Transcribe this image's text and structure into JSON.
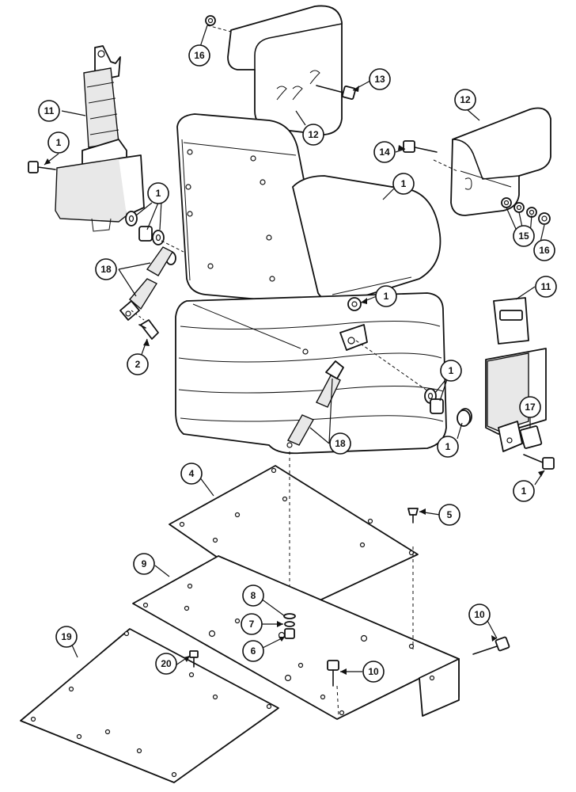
{
  "callouts": [
    {
      "id": "c16a",
      "label": "16"
    },
    {
      "id": "c13",
      "label": "13"
    },
    {
      "id": "c12a",
      "label": "12"
    },
    {
      "id": "c12b",
      "label": "12"
    },
    {
      "id": "c11a",
      "label": "11"
    },
    {
      "id": "c1a",
      "label": "1"
    },
    {
      "id": "c14",
      "label": "14"
    },
    {
      "id": "c1b",
      "label": "1"
    },
    {
      "id": "c1c",
      "label": "1"
    },
    {
      "id": "c15",
      "label": "15"
    },
    {
      "id": "c16b",
      "label": "16"
    },
    {
      "id": "c18a",
      "label": "18"
    },
    {
      "id": "c1d",
      "label": "1"
    },
    {
      "id": "c11b",
      "label": "11"
    },
    {
      "id": "c2",
      "label": "2"
    },
    {
      "id": "c1e",
      "label": "1"
    },
    {
      "id": "c17",
      "label": "17"
    },
    {
      "id": "c18b",
      "label": "18"
    },
    {
      "id": "c1f",
      "label": "1"
    },
    {
      "id": "c1g",
      "label": "1"
    },
    {
      "id": "c4",
      "label": "4"
    },
    {
      "id": "c5",
      "label": "5"
    },
    {
      "id": "c9",
      "label": "9"
    },
    {
      "id": "c8",
      "label": "8"
    },
    {
      "id": "c7",
      "label": "7"
    },
    {
      "id": "c10a",
      "label": "10"
    },
    {
      "id": "c6",
      "label": "6"
    },
    {
      "id": "c19",
      "label": "19"
    },
    {
      "id": "c20",
      "label": "20"
    },
    {
      "id": "c10b",
      "label": "10"
    }
  ]
}
